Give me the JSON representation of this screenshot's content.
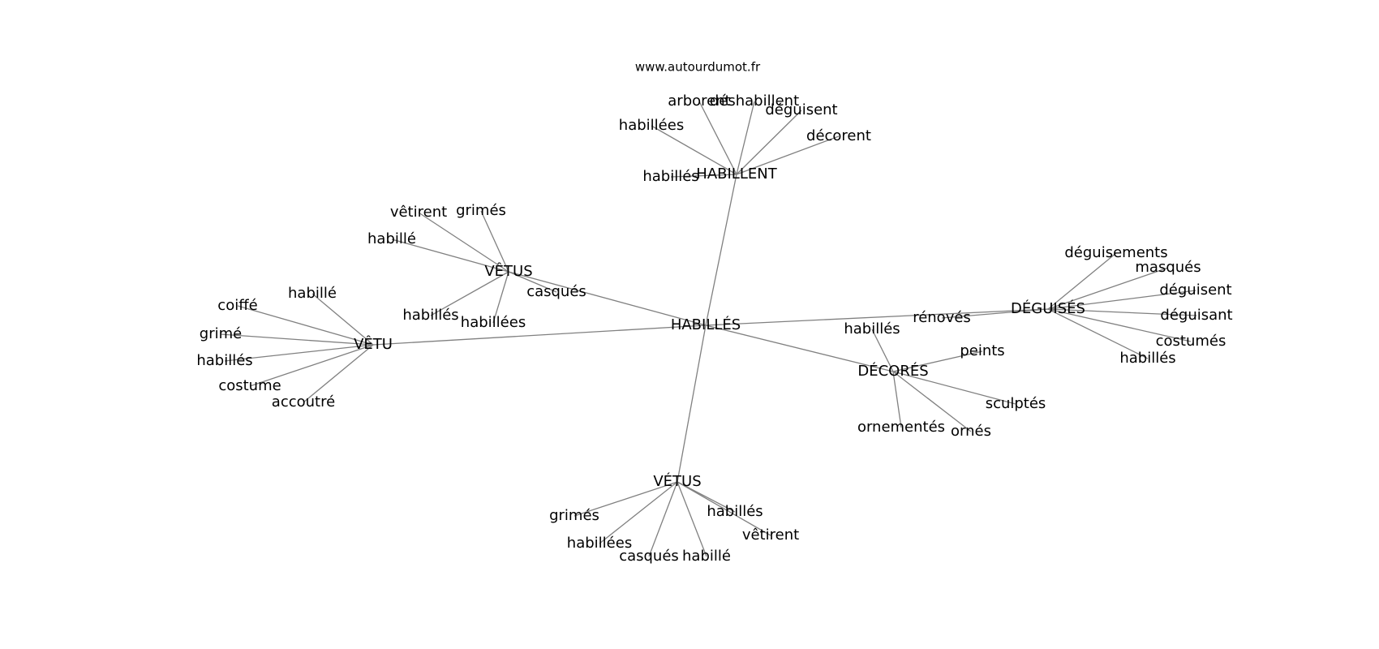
{
  "watermark": "www.autourdumot.fr",
  "colors": {
    "edge": "#808080",
    "text": "#000000",
    "background": "#ffffff"
  },
  "graph": {
    "center": "HABILLÉS",
    "hubs": [
      {
        "id": "habillent",
        "label": "HABILLENT",
        "leaves": [
          "habillées",
          "arborent",
          "déshabillent",
          "déguisent",
          "décorent",
          "habillés"
        ]
      },
      {
        "id": "vetus-circ",
        "label": "VÊTUS",
        "leaves": [
          "vêtirent",
          "grimés",
          "habillé",
          "habillés",
          "habillées",
          "casqués"
        ]
      },
      {
        "id": "vetu-circ",
        "label": "VÊTU",
        "leaves": [
          "habillé",
          "coiffé",
          "grimé",
          "habillés",
          "costume",
          "accoutré"
        ]
      },
      {
        "id": "deguises",
        "label": "DÉGUISÉS",
        "leaves": [
          "déguisements",
          "masqués",
          "déguisent",
          "déguisant",
          "costumés",
          "habillés",
          "rénovés"
        ]
      },
      {
        "id": "decores",
        "label": "DÉCORÉS",
        "leaves": [
          "habillés",
          "peints",
          "sculptés",
          "ornementés",
          "ornés"
        ]
      },
      {
        "id": "vetus-aigu",
        "label": "VÉTUS",
        "leaves": [
          "grimés",
          "habillées",
          "casqués",
          "habillé",
          "habillés",
          "vêtirent"
        ]
      }
    ]
  }
}
